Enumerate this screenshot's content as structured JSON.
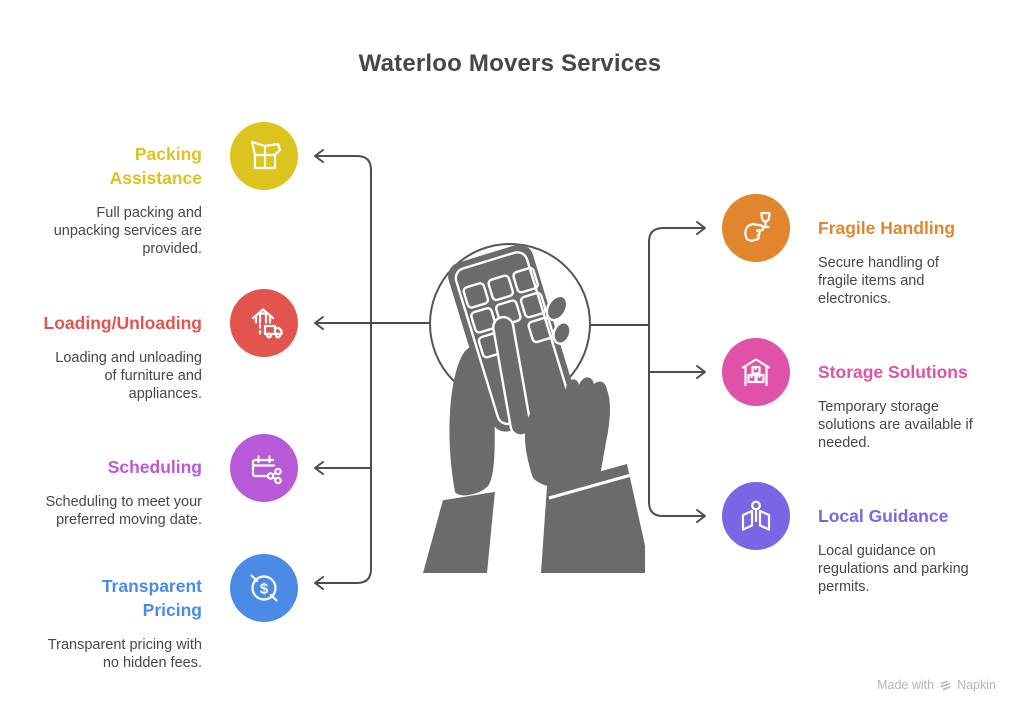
{
  "title": "Waterloo Movers Services",
  "left_items": [
    {
      "title": "Packing\nAssistance",
      "desc": "Full packing and\nunpacking services are\nprovided.",
      "accent": "#dcc31e",
      "icon": "packing-box-icon"
    },
    {
      "title": "Loading/Unloading",
      "desc": "Loading and unloading\nof furniture and\nappliances.",
      "accent": "#e4544f",
      "icon": "moving-truck-icon"
    },
    {
      "title": "Scheduling",
      "desc": "Scheduling to meet your\npreferred moving date.",
      "accent": "#b85ad7",
      "icon": "calendar-share-icon"
    },
    {
      "title": "Transparent\nPricing",
      "desc": "Transparent pricing with\nno hidden fees.",
      "accent": "#4b8be6",
      "icon": "dollar-coin-icon"
    }
  ],
  "right_items": [
    {
      "title": "Fragile Handling",
      "desc": "Secure handling of\nfragile items and\nelectronics.",
      "accent": "#e1862e",
      "icon": "fragile-glass-hand-icon"
    },
    {
      "title": "Storage Solutions",
      "desc": "Temporary storage\nsolutions are available if\nneeded.",
      "accent": "#e052a8",
      "icon": "warehouse-icon"
    },
    {
      "title": "Local Guidance",
      "desc": "Local guidance on\nregulations and parking\npermits.",
      "accent": "#7a66e2",
      "icon": "map-pin-icon"
    }
  ],
  "watermark": {
    "prefix": "Made with",
    "brand": "Napkin"
  },
  "colors": {
    "title_text": "#474747",
    "body_text": "#474747",
    "connector": "#4d4d4d",
    "illustration_gray": "#6b6b6b",
    "watermark_gray": "#b5b5b5"
  }
}
